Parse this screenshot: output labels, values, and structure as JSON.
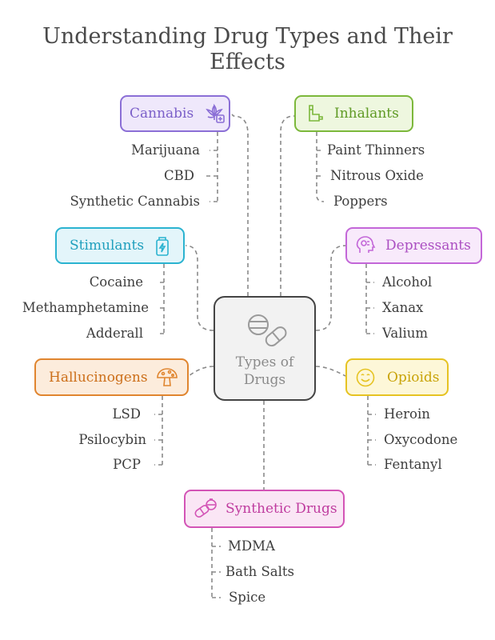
{
  "title_line1": "Understanding Drug Types and Their",
  "title_line2": "Effects",
  "center": {
    "line1": "Types of",
    "line2": "Drugs"
  },
  "categories": {
    "cannabis": {
      "label": "Cannabis",
      "icon": "cannabis-leaf-icon",
      "color": "#8b6fd6",
      "fill": "#efe8fb",
      "items": [
        "Marijuana",
        "CBD",
        "Synthetic Cannabis"
      ]
    },
    "inhalants": {
      "label": "Inhalants",
      "icon": "inhaler-icon",
      "color": "#7cb83b",
      "fill": "#eef7df",
      "items": [
        "Paint Thinners",
        "Nitrous Oxide",
        "Poppers"
      ]
    },
    "stimulants": {
      "label": "Stimulants",
      "icon": "energy-drink-icon",
      "color": "#2bb3d0",
      "fill": "#e3f5fa",
      "items": [
        "Cocaine",
        "Methamphetamine",
        "Adderall"
      ]
    },
    "depressants": {
      "label": "Depressants",
      "icon": "head-brain-icon",
      "color": "#c367d8",
      "fill": "#f8eafb",
      "items": [
        "Alcohol",
        "Xanax",
        "Valium"
      ]
    },
    "hallucinogens": {
      "label": "Hallucinogens",
      "icon": "mushroom-icon",
      "color": "#e0852f",
      "fill": "#fcecdc",
      "items": [
        "LSD",
        "Psilocybin",
        "PCP"
      ]
    },
    "opioids": {
      "label": "Opioids",
      "icon": "smiley-face-icon",
      "color": "#e6c322",
      "fill": "#fdf7d8",
      "items": [
        "Heroin",
        "Oxycodone",
        "Fentanyl"
      ]
    },
    "synthetic": {
      "label": "Synthetic Drugs",
      "icon": "pills-icon",
      "color": "#d354b6",
      "fill": "#fae6f5",
      "items": [
        "MDMA",
        "Bath Salts",
        "Spice"
      ]
    }
  }
}
